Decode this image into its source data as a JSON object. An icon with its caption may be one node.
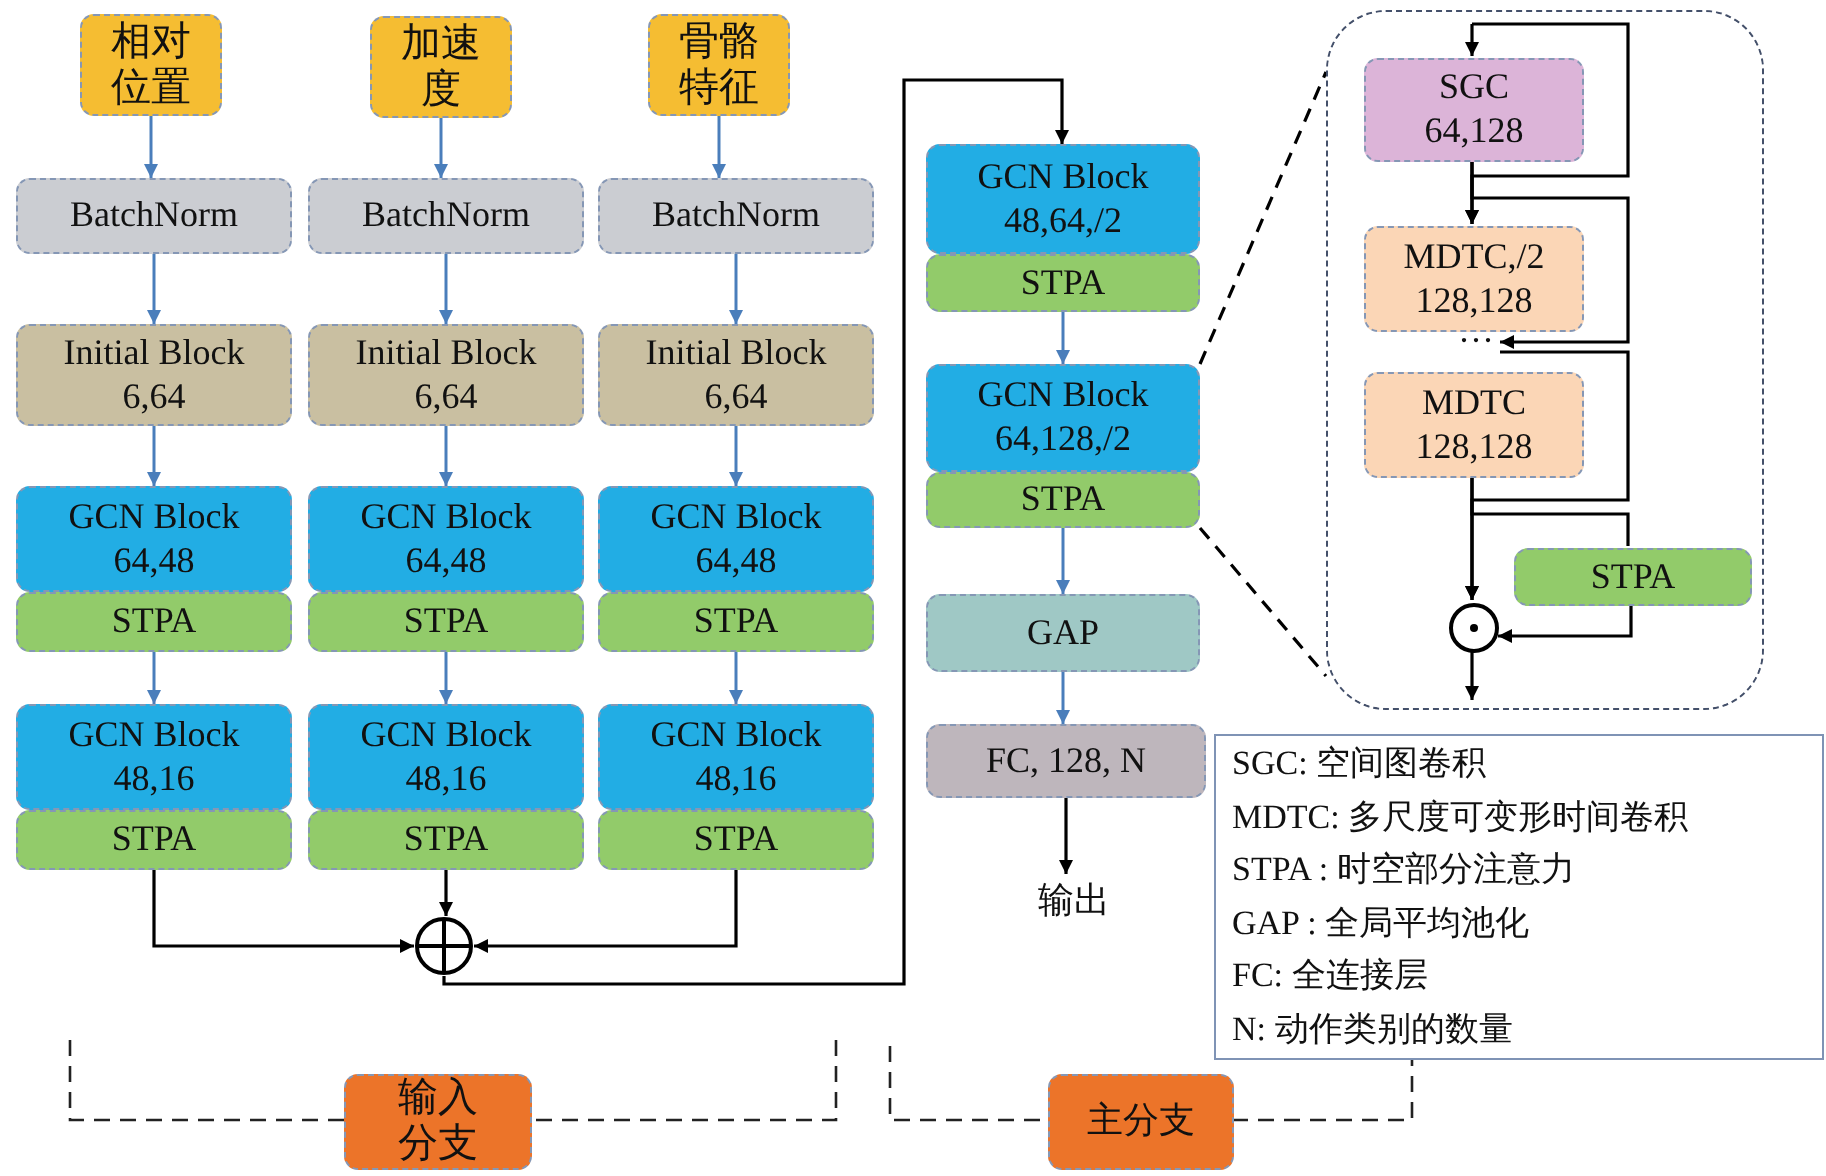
{
  "diagram": {
    "nodes": [
      {
        "text": [
          "相对位置"
        ]
      },
      {
        "text": [
          "加速度"
        ]
      },
      {
        "text": [
          "骨骼特征"
        ]
      },
      {
        "text": [
          "BatchNorm"
        ]
      },
      {
        "text": [
          "BatchNorm"
        ]
      },
      {
        "text": [
          "BatchNorm"
        ]
      },
      {
        "text": [
          "Initial Block",
          "6,64"
        ]
      },
      {
        "text": [
          "Initial Block",
          "6,64"
        ]
      },
      {
        "text": [
          "Initial Block",
          "6,64"
        ]
      },
      {
        "text": [
          "GCN Block",
          "64,48"
        ]
      },
      {
        "text": [
          "GCN Block",
          "64,48"
        ]
      },
      {
        "text": [
          "GCN Block",
          "64,48"
        ]
      },
      {
        "text": [
          "STPA"
        ]
      },
      {
        "text": [
          "STPA"
        ]
      },
      {
        "text": [
          "STPA"
        ]
      },
      {
        "text": [
          "GCN Block",
          "48,16"
        ]
      },
      {
        "text": [
          "GCN Block",
          "48,16"
        ]
      },
      {
        "text": [
          "GCN Block",
          "48,16"
        ]
      },
      {
        "text": [
          "STPA"
        ]
      },
      {
        "text": [
          "STPA"
        ]
      },
      {
        "text": [
          "STPA"
        ]
      },
      {
        "text": [],
        "shape": "circle"
      },
      {
        "text": [
          "GCN Block",
          "48,64,/2"
        ]
      },
      {
        "text": [
          "STPA"
        ]
      },
      {
        "text": [
          "GCN Block",
          "64,128,/2"
        ]
      },
      {
        "text": [
          "STPA"
        ]
      },
      {
        "text": [
          "GAP"
        ]
      },
      {
        "text": [
          "FC, 128, N"
        ]
      },
      {
        "text": [
          "输出"
        ]
      },
      {
        "text": [],
        "shape": "box"
      },
      {
        "text": [
          "SGC",
          "64,128"
        ],
        "in": 29
      },
      {
        "text": [
          "MDTC,/2",
          "128,128"
        ],
        "in": 29
      },
      {
        "text": [
          "···"
        ],
        "in": 29
      },
      {
        "text": [
          "MDTC",
          "128,128"
        ],
        "in": 29
      },
      {
        "text": [
          "STPA"
        ],
        "in": 29
      },
      {
        "text": [],
        "shape": "circle",
        "in": 29
      },
      {
        "text": [
          "SGC: 空间图卷积",
          "MDTC: 多尺度可变形时间卷积",
          "STPA : 时空部分注意力",
          "GAP : 全局平均池化",
          "FC: 全连接层",
          "N: 动作类别的数量"
        ]
      },
      {
        "text": [
          "输入分支"
        ]
      },
      {
        "text": [
          "主分支"
        ]
      }
    ],
    "edges": [
      {
        "from": 0,
        "to": 3,
        "arrow": "to",
        "color": "#4a7ebb"
      },
      {
        "from": 1,
        "to": 4,
        "arrow": "to",
        "color": "#4a7ebb"
      },
      {
        "from": 2,
        "to": 5,
        "arrow": "to",
        "color": "#4a7ebb"
      },
      {
        "from": 3,
        "to": 6,
        "arrow": "to",
        "color": "#4a7ebb"
      },
      {
        "from": 4,
        "to": 7,
        "arrow": "to",
        "color": "#4a7ebb"
      },
      {
        "from": 5,
        "to": 8,
        "arrow": "to",
        "color": "#4a7ebb"
      },
      {
        "from": 6,
        "to": 9,
        "arrow": "to",
        "color": "#4a7ebb"
      },
      {
        "from": 7,
        "to": 10,
        "arrow": "to",
        "color": "#4a7ebb"
      },
      {
        "from": 8,
        "to": 11,
        "arrow": "to",
        "color": "#4a7ebb"
      },
      {
        "from": 12,
        "to": 15,
        "arrow": "to",
        "color": "#4a7ebb"
      },
      {
        "from": 13,
        "to": 16,
        "arrow": "to",
        "color": "#4a7ebb"
      },
      {
        "from": 14,
        "to": 17,
        "arrow": "to",
        "color": "#4a7ebb"
      },
      {
        "from": 18,
        "to": 21,
        "arrow": "to"
      },
      {
        "from": 19,
        "to": 21,
        "arrow": "to"
      },
      {
        "from": 20,
        "to": 21,
        "arrow": "to"
      },
      {
        "from": 21,
        "to": 22,
        "arrow": "to"
      },
      {
        "from": 23,
        "to": 24,
        "arrow": "to",
        "color": "#4a7ebb"
      },
      {
        "from": 25,
        "to": 26,
        "arrow": "to",
        "color": "#4a7ebb"
      },
      {
        "from": 26,
        "to": 27,
        "arrow": "to",
        "color": "#4a7ebb"
      },
      {
        "from": 27,
        "to": 28,
        "arrow": "to"
      },
      {
        "from": 24,
        "to": 29,
        "arrow": "none",
        "style": "dashed"
      },
      {
        "from": 25,
        "to": 29,
        "arrow": "none",
        "style": "dashed"
      },
      {
        "from": null,
        "to": 30,
        "arrow": "to"
      },
      {
        "from": null,
        "to": 31,
        "arrow": "to"
      },
      {
        "from": 30,
        "to": 31,
        "arrow": "to"
      },
      {
        "from": 30,
        "to": 32,
        "arrow": "to"
      },
      {
        "from": 32,
        "to": 35,
        "arrow": "to"
      },
      {
        "from": 33,
        "to": 35,
        "arrow": "to"
      },
      {
        "from": 33,
        "to": 34,
        "arrow": "none"
      },
      {
        "from": 34,
        "to": 35,
        "arrow": "to"
      },
      {
        "from": 35,
        "to": null,
        "arrow": "to"
      }
    ]
  }
}
